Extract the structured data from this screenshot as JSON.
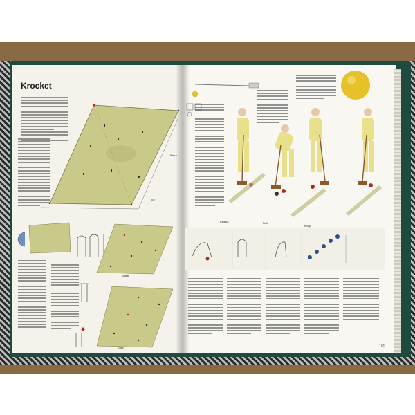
{
  "book": {
    "heading": "Krocket",
    "page_number": "101"
  },
  "court_labels": {
    "stick": "Stick",
    "tur": "Tur",
    "retur": "Retur",
    "bagar": "Bågar"
  },
  "figure_labels": {
    "klubba": "Klubba",
    "boll": "Boll",
    "kopp": "Kopp"
  },
  "colors": {
    "table": "#8a6a44",
    "cover": "#1e4a3f",
    "court": "#c9c98a",
    "player": "#e8e08a",
    "ball_red": "#b3261e",
    "ball_yellow": "#e6c12a",
    "ball_blue": "#2d4f8e"
  }
}
